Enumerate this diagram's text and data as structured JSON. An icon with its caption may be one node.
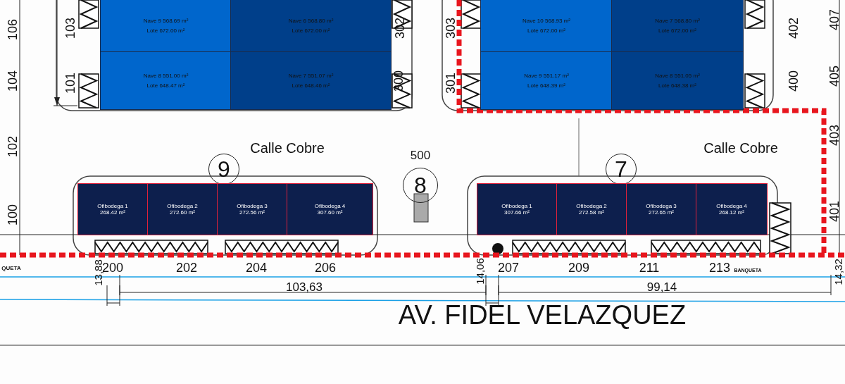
{
  "diagram": {
    "nodes": [
      {
        "text": [
          "Nave 9 568.69 m²",
          "Lote 672.00 m²"
        ]
      },
      {
        "text": [
          "Nave 6 568.80 m²",
          "Lote 672.00 m²"
        ]
      },
      {
        "text": [
          "Nave 8 551.00 m²",
          "Lote 648.47 m²"
        ]
      },
      {
        "text": [
          "Nave 7 551.07 m²",
          "Lote 648.46 m²"
        ]
      },
      {
        "text": [
          "Nave 10 568.93 m²",
          "Lote 672.00 m²"
        ]
      },
      {
        "text": [
          "Nave 7 568.80 m²",
          "Lote 672.00 m²"
        ]
      },
      {
        "text": [
          "Nave 9 551.17 m²",
          "Lote 648.39 m²"
        ]
      },
      {
        "text": [
          "Nave 8 551.05 m²",
          "Lote 648.38 m²"
        ]
      },
      {
        "text": [
          "9"
        ]
      },
      {
        "text": [
          "8"
        ],
        "beside": [
          "500"
        ]
      },
      {
        "text": [
          "7"
        ]
      },
      {
        "text": [
          "Ofibodega 1",
          "268.42 m²"
        ]
      },
      {
        "text": [
          "Ofibodega 2",
          "272.60 m²"
        ]
      },
      {
        "text": [
          "Ofibodega 3",
          "272.56 m²"
        ]
      },
      {
        "text": [
          "Ofibodega 4",
          "307.60 m²"
        ]
      },
      {
        "text": [
          "Ofibodega 1",
          "307.66 m²"
        ]
      },
      {
        "text": [
          "Ofibodega 2",
          "272.58 m²"
        ]
      },
      {
        "text": [
          "Ofibodega 3",
          "272.65 m²"
        ]
      },
      {
        "text": [
          "Ofibodega 4",
          "268.12 m²"
        ]
      }
    ],
    "labels": [
      "106",
      "103",
      "302",
      "303",
      "402",
      "407",
      "104",
      "101",
      "300",
      "301",
      "400",
      "405",
      "102",
      "Calle Cobre",
      "Calle Cobre",
      "403",
      "100",
      "401",
      "QUETA",
      "13,88",
      "200",
      "202",
      "204",
      "206",
      "14,06",
      "207",
      "209",
      "211",
      "213",
      "BANQUETA",
      "14,32",
      "103,63",
      "99,14",
      "AV. FIDEL VELAZQUEZ"
    ]
  }
}
